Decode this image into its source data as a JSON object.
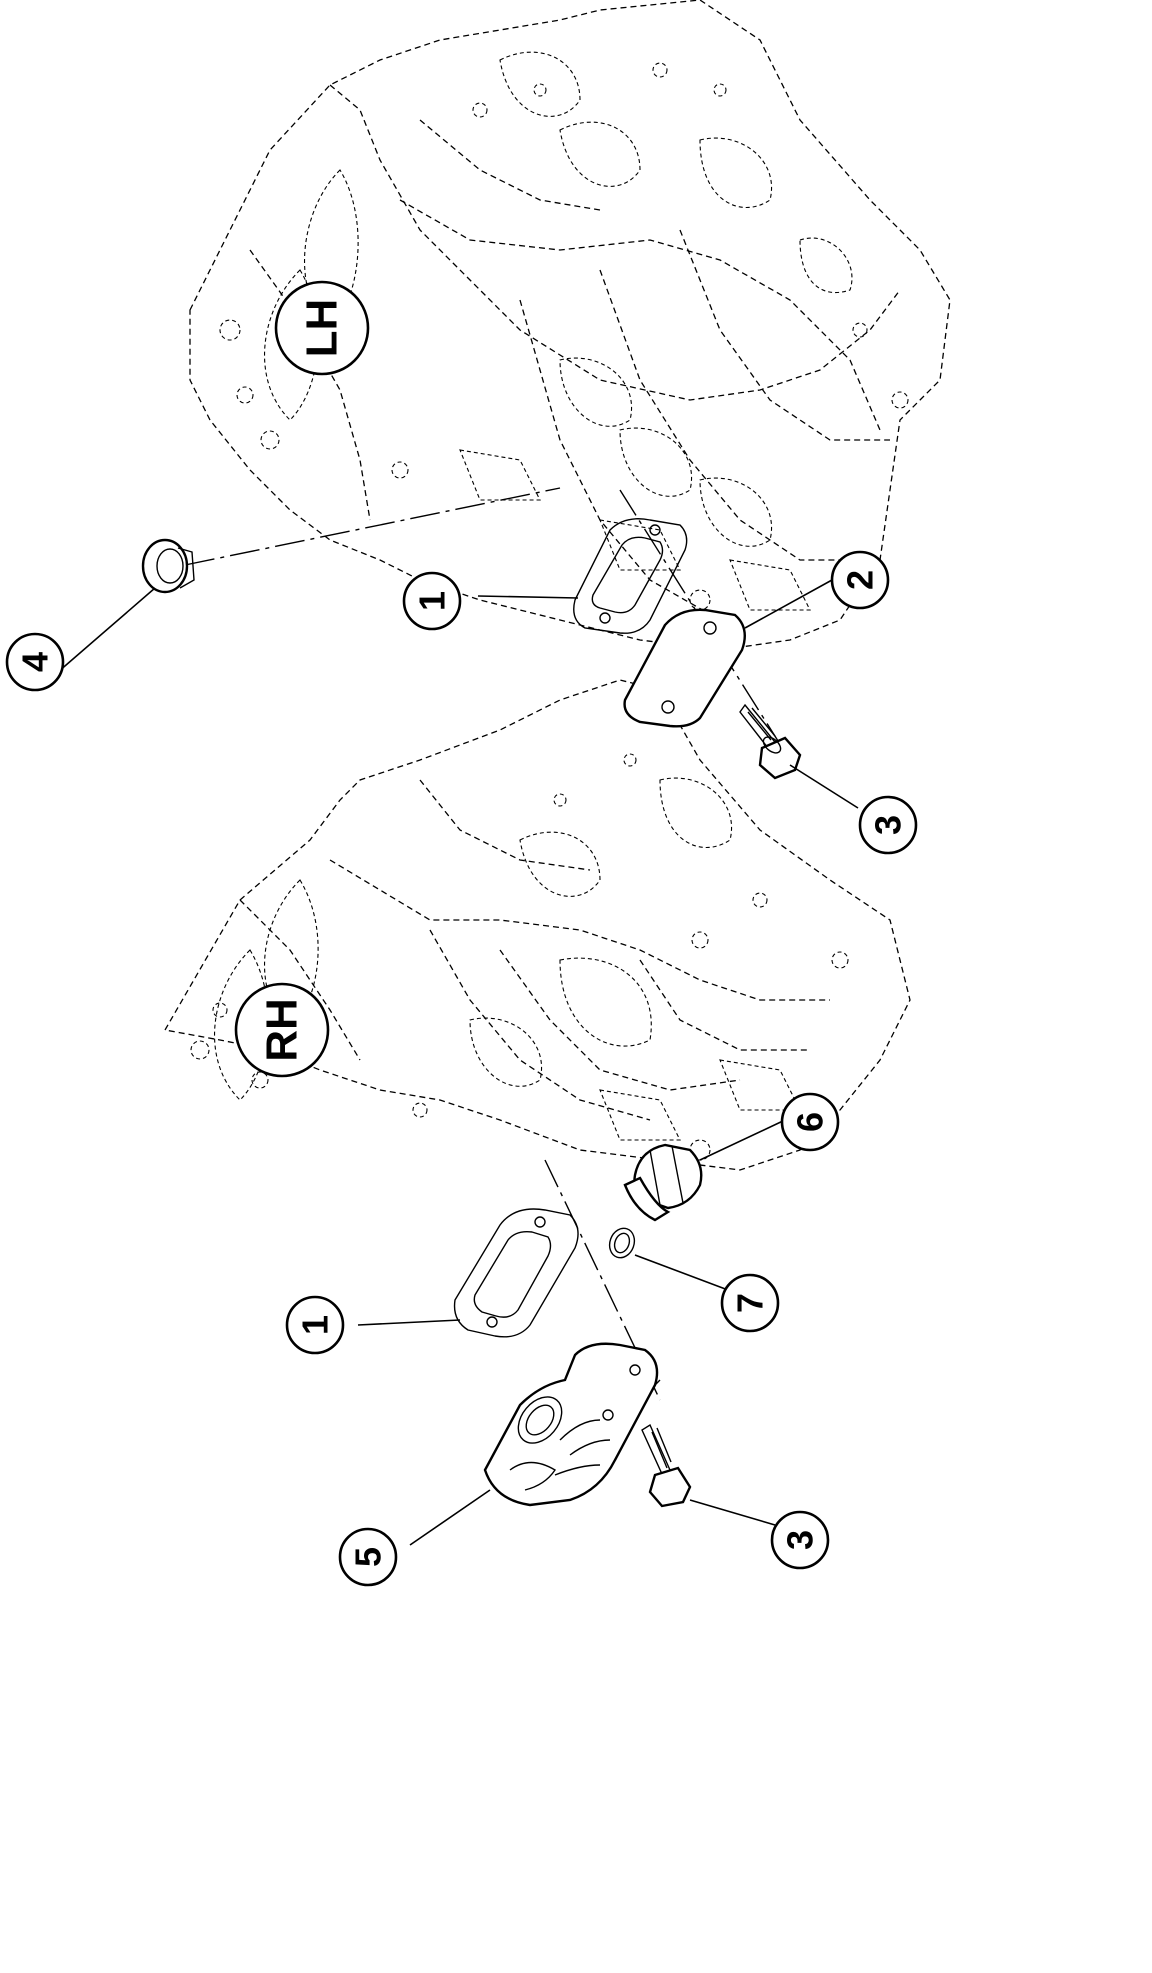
{
  "views": {
    "upper": {
      "side_label": "LH"
    },
    "lower": {
      "side_label": "RH"
    }
  },
  "callouts": [
    {
      "id": "c-1a",
      "text": "1"
    },
    {
      "id": "c-2",
      "text": "2"
    },
    {
      "id": "c-3a",
      "text": "3"
    },
    {
      "id": "c-4",
      "text": "4"
    },
    {
      "id": "c-1b",
      "text": "1"
    },
    {
      "id": "c-5",
      "text": "5"
    },
    {
      "id": "c-6",
      "text": "6"
    },
    {
      "id": "c-7",
      "text": "7"
    },
    {
      "id": "c-3b",
      "text": "3"
    }
  ]
}
